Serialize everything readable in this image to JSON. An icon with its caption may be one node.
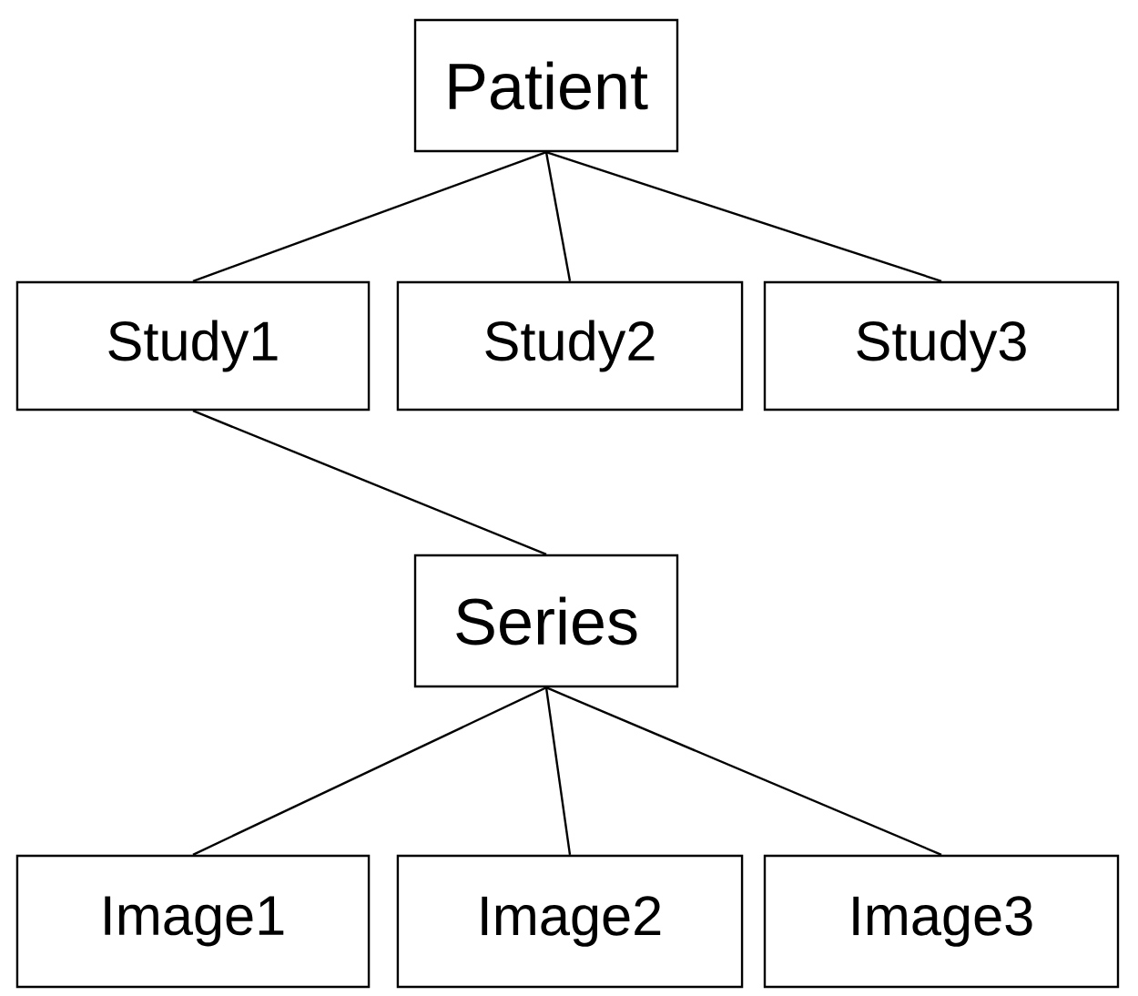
{
  "diagram": {
    "nodes": [
      {
        "text": [
          "Patient"
        ]
      },
      {
        "text": [
          "Study1"
        ]
      },
      {
        "text": [
          "Study2"
        ]
      },
      {
        "text": [
          "Study3"
        ]
      },
      {
        "text": [
          "Series"
        ]
      },
      {
        "text": [
          "Image1"
        ]
      },
      {
        "text": [
          "Image2"
        ]
      },
      {
        "text": [
          "Image3"
        ]
      }
    ],
    "edges": [
      {
        "from": 0,
        "to": 1,
        "arrow": "none"
      },
      {
        "from": 0,
        "to": 2,
        "arrow": "none"
      },
      {
        "from": 0,
        "to": 3,
        "arrow": "none"
      },
      {
        "from": 1,
        "to": 4,
        "arrow": "none"
      },
      {
        "from": 4,
        "to": 5,
        "arrow": "none"
      },
      {
        "from": 4,
        "to": 6,
        "arrow": "none"
      },
      {
        "from": 4,
        "to": 7,
        "arrow": "none"
      }
    ]
  }
}
